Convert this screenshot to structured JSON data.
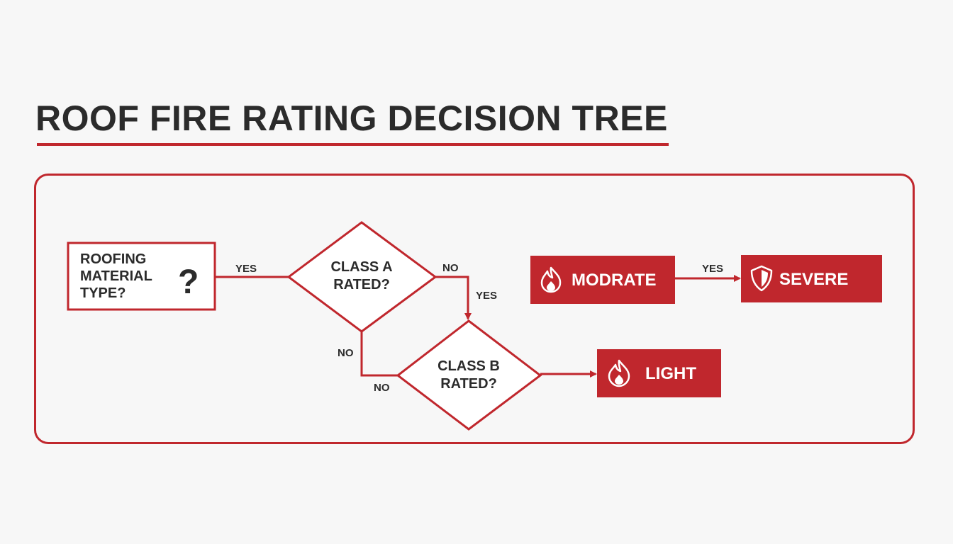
{
  "title": "ROOF FIRE RATING DECISION TREE",
  "colors": {
    "accent": "#c0272d",
    "text": "#2b2b2b",
    "background": "#f7f7f7"
  },
  "nodes": {
    "start": {
      "line1": "ROOFING",
      "line2": "MATERIAL",
      "line3": "TYPE?",
      "icon": "question-mark-icon",
      "glyph": "?"
    },
    "class_a": {
      "line1": "CLASS A",
      "line2": "RATED?"
    },
    "class_b": {
      "line1": "CLASS B",
      "line2": "RATED?"
    },
    "moderate": {
      "label": "MODRATE",
      "icon": "flame-icon"
    },
    "severe": {
      "label": "SEVERE",
      "icon": "shield-icon"
    },
    "light": {
      "label": "LIGHT",
      "icon": "flame-icon"
    }
  },
  "edges": {
    "start_to_a": "YES",
    "a_right": "NO",
    "a_right_down": "YES",
    "a_down": "NO",
    "a_down_to_b": "NO",
    "moderate_to_severe": "YES"
  }
}
